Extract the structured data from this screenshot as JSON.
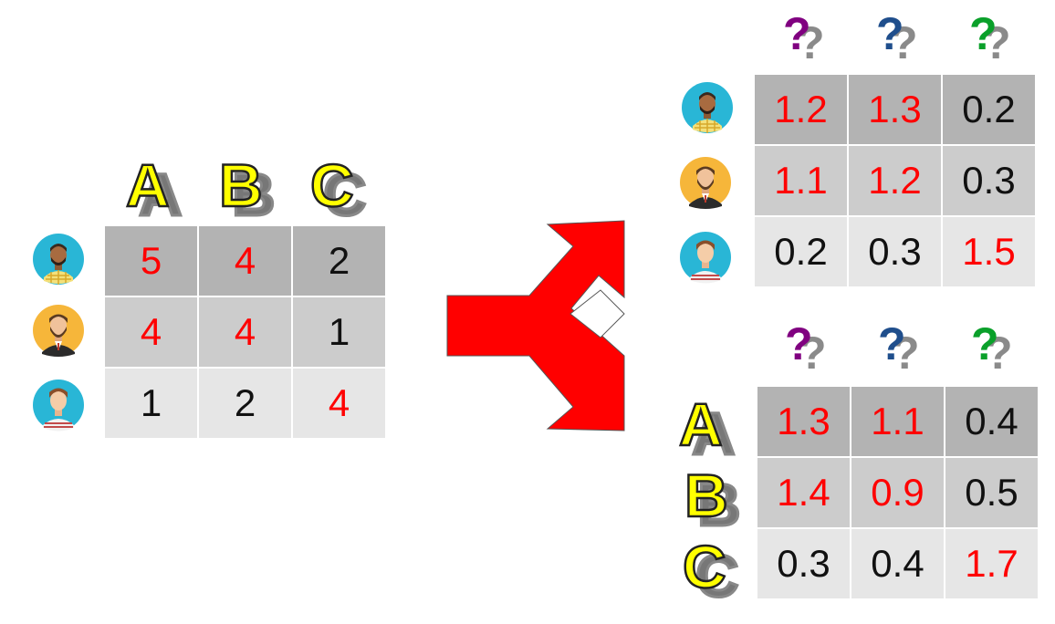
{
  "colors": {
    "highlight": "#ff0000",
    "normal": "#111111",
    "row_dark": "#b3b3b3",
    "row_mid": "#cccccc",
    "row_light": "#e6e6e6",
    "arrow": "#ff0000",
    "letter_fill": "#ffff00",
    "q_purple": "#800080",
    "q_blue": "#1f4e8c",
    "q_green": "#0aa02a"
  },
  "users": [
    {
      "icon": "man-checkered-shirt-avatar-icon",
      "bg": "#29b6d6"
    },
    {
      "icon": "bearded-man-suit-avatar-icon",
      "bg": "#f6b63a"
    },
    {
      "icon": "man-striped-shirt-avatar-icon",
      "bg": "#29b6d6"
    }
  ],
  "items": [
    "A",
    "B",
    "C"
  ],
  "latent_factors": [
    "?",
    "?",
    "?"
  ],
  "ratings_matrix": {
    "values": [
      [
        "5",
        "4",
        "2"
      ],
      [
        "4",
        "4",
        "1"
      ],
      [
        "1",
        "2",
        "4"
      ]
    ],
    "highlight": [
      [
        true,
        true,
        false
      ],
      [
        true,
        true,
        false
      ],
      [
        false,
        false,
        true
      ]
    ]
  },
  "user_factors": {
    "values": [
      [
        "1.2",
        "1.3",
        "0.2"
      ],
      [
        "1.1",
        "1.2",
        "0.3"
      ],
      [
        "0.2",
        "0.3",
        "1.5"
      ]
    ],
    "highlight": [
      [
        true,
        true,
        false
      ],
      [
        true,
        true,
        false
      ],
      [
        false,
        false,
        true
      ]
    ]
  },
  "item_factors": {
    "values": [
      [
        "1.3",
        "1.1",
        "0.4"
      ],
      [
        "1.4",
        "0.9",
        "0.5"
      ],
      [
        "0.3",
        "0.4",
        "1.7"
      ]
    ],
    "highlight": [
      [
        true,
        true,
        false
      ],
      [
        true,
        true,
        false
      ],
      [
        false,
        false,
        true
      ]
    ]
  }
}
